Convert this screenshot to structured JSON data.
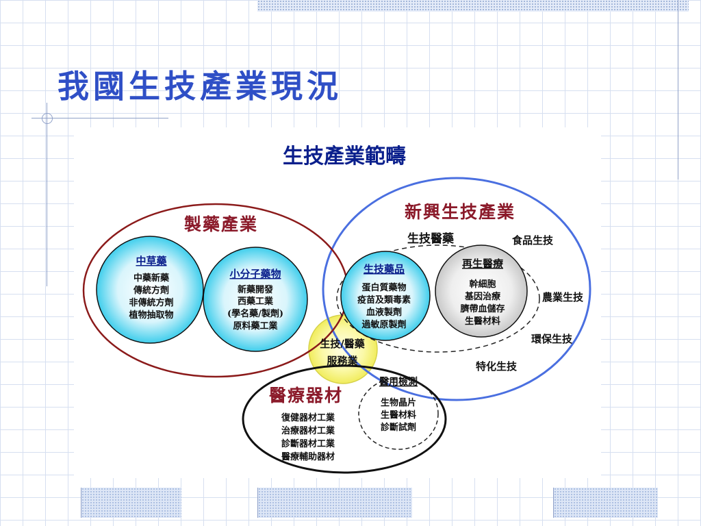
{
  "slide": {
    "title": "我國生技產業現況"
  },
  "diagram": {
    "title": "生技產業範疇",
    "pharma_industry": {
      "label": "製藥產業",
      "chinese_herbal": {
        "title": "中草藥",
        "items": [
          "中藥新藥",
          "傳統方劑",
          "非傳統方劑",
          "植物抽取物"
        ]
      },
      "small_molecule": {
        "title": "小分子藥物",
        "items": [
          "新藥開發",
          "西藥工業",
          "(學名藥/製劑)",
          "原料藥工業"
        ]
      }
    },
    "emerging_biotech": {
      "label": "新興生技產業",
      "biotech_pharma_label": "生技醫藥",
      "biotech_drugs": {
        "title": "生技藥品",
        "items": [
          "蛋白質藥物",
          "疫苗及類毒素",
          "血液製劑",
          "過敏原製劑"
        ]
      },
      "regenerative": {
        "title": "再生醫療",
        "items": [
          "幹細胞",
          "基因治療",
          "臍帶血儲存",
          "生醫材料"
        ]
      },
      "others": [
        "食品生技",
        "農業生技",
        "環保生技",
        "特化生技"
      ]
    },
    "service": {
      "line1": "生技/醫藥",
      "line2": "服務業"
    },
    "medical_devices": {
      "label": "醫療器材",
      "items": [
        "復健器材工業",
        "治療器材工業",
        "診斷器材工業",
        "醫療輔助器材"
      ],
      "testing": {
        "title": "醫用檢測",
        "items": [
          "生物晶片",
          "生醫材料",
          "診斷試劑"
        ]
      }
    }
  },
  "colors": {
    "title_blue": "#2f4fc6",
    "maroon_ring": "#8b1a1a",
    "blue_ring": "#4a6fe0",
    "cyan_fill": "#19c4e8",
    "yellow_fill": "#f5f266",
    "gray_fill": "#c8c8c8",
    "maroon_text": "#8b1a2a",
    "navy_text": "#0a1f8c"
  }
}
